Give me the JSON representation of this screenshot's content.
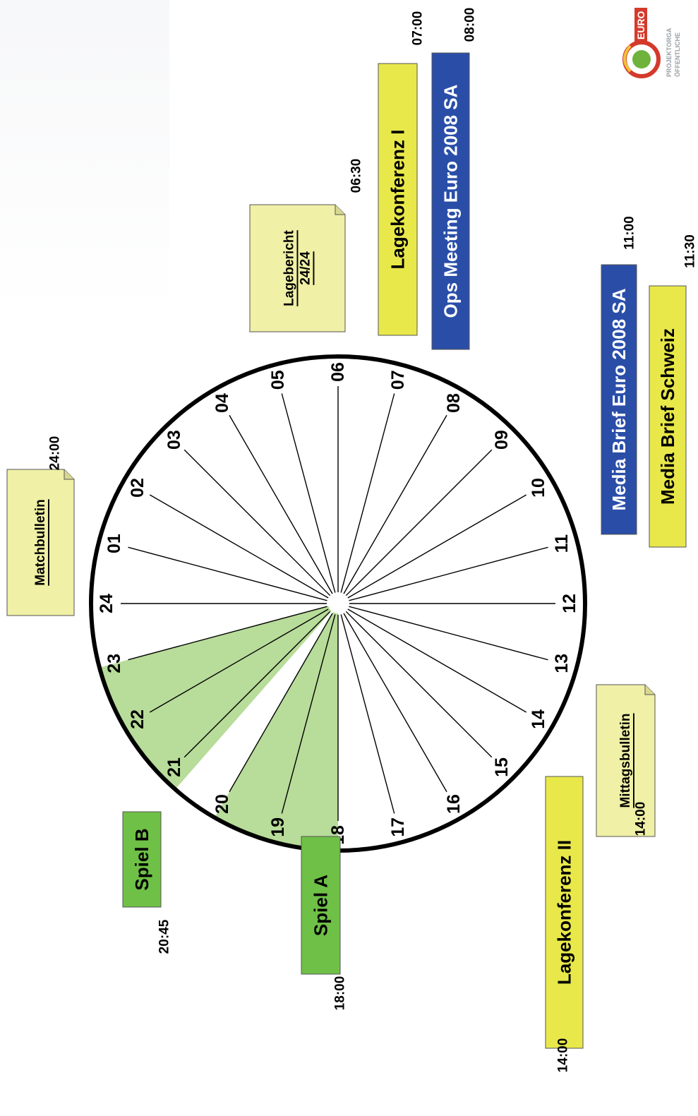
{
  "hours": [
    "24",
    "01",
    "02",
    "03",
    "04",
    "05",
    "06",
    "07",
    "08",
    "09",
    "10",
    "11",
    "12",
    "13",
    "14",
    "15",
    "16",
    "17",
    "18",
    "19",
    "20",
    "21",
    "22",
    "23"
  ],
  "shaded_sectors": [
    {
      "name": "spiel-a-sector",
      "from": "18",
      "to": "20"
    },
    {
      "name": "spiel-b-sector",
      "from": "20:45",
      "to": "23"
    }
  ],
  "events": [
    {
      "id": "matchbulletin",
      "label": "Matchbulletin",
      "time": "24:00",
      "style": "note"
    },
    {
      "id": "lagebericht",
      "label": "Lagebericht 24/24",
      "time": "06:30",
      "style": "note"
    },
    {
      "id": "lagekonferenz-1",
      "label": "Lagekonferenz I",
      "time": "07:00",
      "style": "yellow"
    },
    {
      "id": "ops-meeting",
      "label": "Ops Meeting Euro 2008 SA",
      "time": "08:00",
      "style": "blue"
    },
    {
      "id": "media-brief-euro",
      "label": "Media Brief Euro 2008 SA",
      "time": "11:00",
      "style": "blue"
    },
    {
      "id": "media-brief-schweiz",
      "label": "Media Brief Schweiz",
      "time": "11:30",
      "style": "yellow"
    },
    {
      "id": "mittagsbulletin",
      "label": "Mittagsbulletin",
      "time": "14:00",
      "style": "note"
    },
    {
      "id": "lagekonferenz-2",
      "label": "Lagekonferenz II",
      "time": "14:00",
      "style": "yellow"
    },
    {
      "id": "spiel-a",
      "label": "Spiel A",
      "time": "18:00",
      "style": "green"
    },
    {
      "id": "spiel-b",
      "label": "Spiel B",
      "time": "20:45",
      "style": "green"
    }
  ],
  "logo": {
    "text_top": "EURO",
    "text_line1": "PROJEKTORGA",
    "text_line2": "ÖFFENTLICHE"
  },
  "colors": {
    "yellow": "#e8e84a",
    "note": "#f0f0a6",
    "blue": "#2a4ea8",
    "green": "#6fc046",
    "sector": "#b8dc9a",
    "ring": "#000000"
  }
}
